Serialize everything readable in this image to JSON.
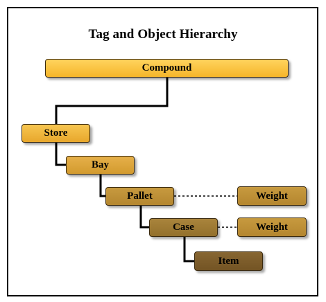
{
  "diagram": {
    "title": "Tag and Object Hierarchy",
    "nodes": {
      "compound": "Compound",
      "store": "Store",
      "bay": "Bay",
      "pallet": "Pallet",
      "case": "Case",
      "item": "Item",
      "pallet_weight": "Weight",
      "case_weight": "Weight"
    }
  },
  "colors": {
    "compound": "#f5b52a",
    "store": "#e8a72c",
    "bay": "#d29a2e",
    "pallet": "#b4862f",
    "case": "#93702c",
    "item": "#735424",
    "weight": "#b4862f",
    "line": "#000000"
  }
}
